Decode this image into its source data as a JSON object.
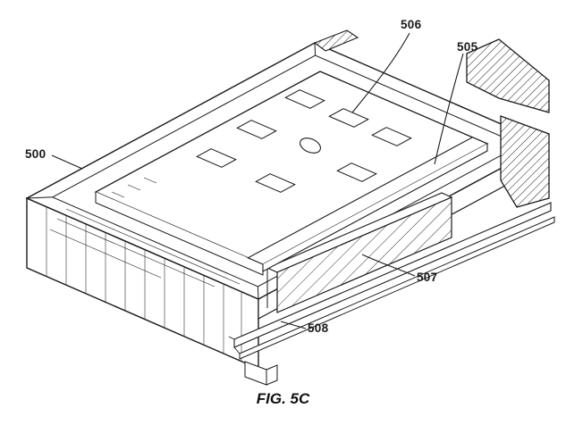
{
  "figure": {
    "caption": "FIG. 5C",
    "labels": {
      "l500": "500",
      "l505": "505",
      "l506": "506",
      "l507": "507",
      "l508": "508"
    }
  },
  "colors": {
    "ink": "#1a1a1a",
    "paper": "#ffffff"
  }
}
